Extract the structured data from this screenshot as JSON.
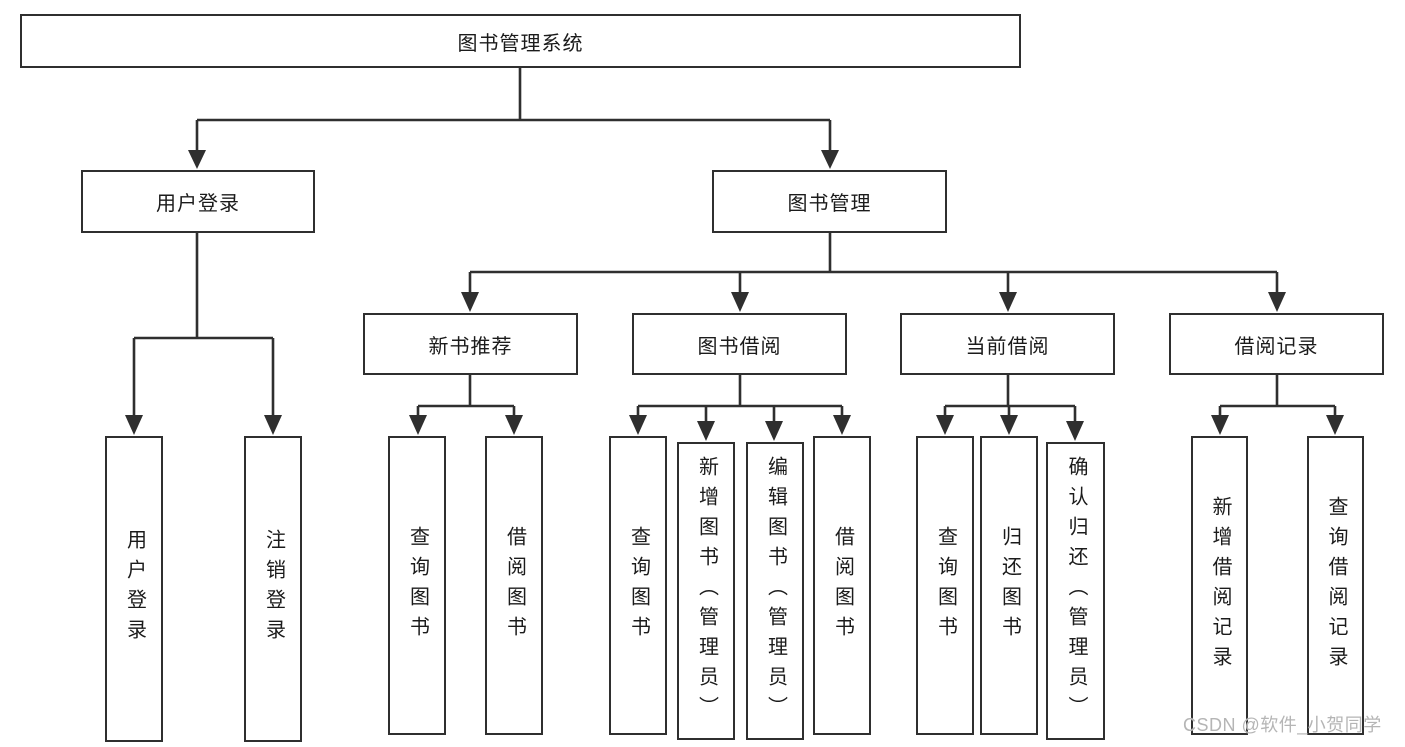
{
  "colors": {
    "line": "#2f2f2f",
    "box_border": "#2f2f2f",
    "box_fill": "#ffffff",
    "text": "#1b1b1b",
    "watermark": "#b5b5b5",
    "background": "#ffffff"
  },
  "watermark": {
    "text": "CSDN @软件_小贺同学"
  },
  "root": {
    "label": "图书管理系统"
  },
  "branches": [
    {
      "label": "用户登录",
      "children": [
        {
          "label": "用户登录"
        },
        {
          "label": "注销登录"
        }
      ]
    },
    {
      "label": "图书管理",
      "children": [
        {
          "label": "新书推荐",
          "children": [
            {
              "label": "查询图书"
            },
            {
              "label": "借阅图书"
            }
          ]
        },
        {
          "label": "图书借阅",
          "children": [
            {
              "label": "查询图书"
            },
            {
              "label": "新增图书（管理员）"
            },
            {
              "label": "编辑图书（管理员）"
            },
            {
              "label": "借阅图书"
            }
          ]
        },
        {
          "label": "当前借阅",
          "children": [
            {
              "label": "查询图书"
            },
            {
              "label": "归还图书"
            },
            {
              "label": "确认归还（管理员）"
            }
          ]
        },
        {
          "label": "借阅记录",
          "children": [
            {
              "label": "新增借阅记录"
            },
            {
              "label": "查询借阅记录"
            }
          ]
        }
      ]
    }
  ]
}
